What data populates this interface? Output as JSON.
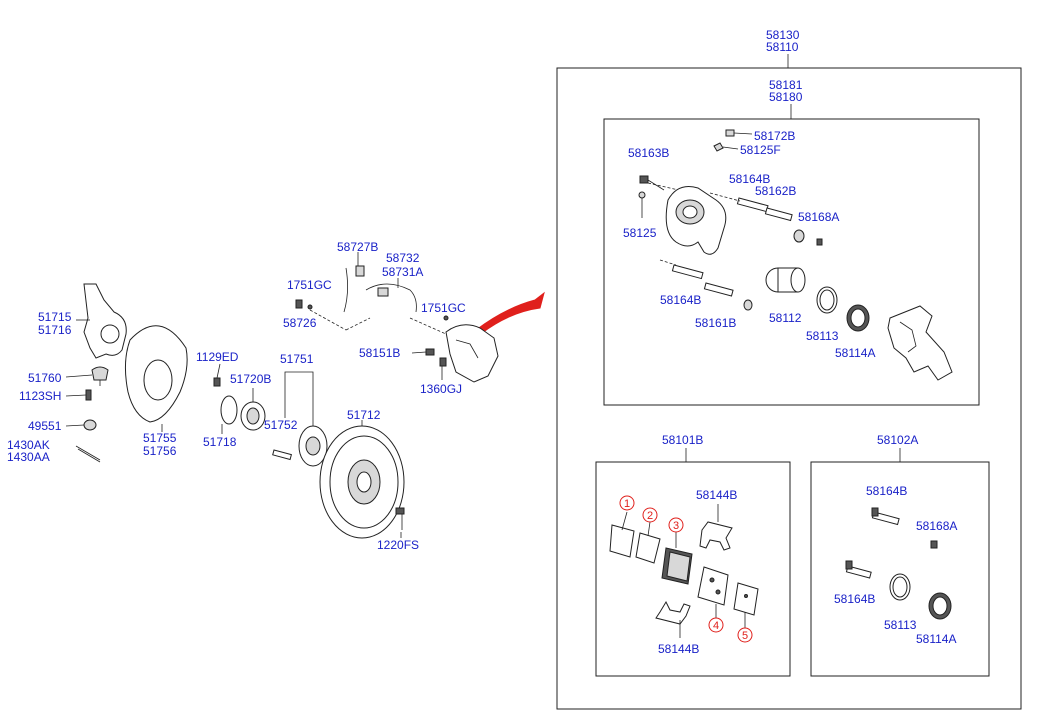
{
  "title_codes": [
    "58130",
    "58110"
  ],
  "caliper_assembly": {
    "codes": [
      "58181",
      "58180"
    ],
    "labels": {
      "l58172B": "58172B",
      "l58125F": "58125F",
      "l58163B": "58163B",
      "l58164B_top": "58164B",
      "l58162B": "58162B",
      "l58168A": "58168A",
      "l58125": "58125",
      "l58164B_mid": "58164B",
      "l58161B": "58161B",
      "l58112": "58112",
      "l58113": "58113",
      "l58114A": "58114A"
    }
  },
  "pad_kit": {
    "code": "58101B",
    "labels": {
      "l58144B_top": "58144B",
      "l58144B_bot": "58144B"
    },
    "refs": [
      "1",
      "2",
      "3",
      "4",
      "5"
    ]
  },
  "repair_kit": {
    "code": "58102A",
    "labels": {
      "l58164B_a": "58164B",
      "l58168A": "58168A",
      "l58164B_b": "58164B",
      "l58113": "58113",
      "l58114A": "58114A"
    }
  },
  "left_parts": {
    "l51715": "51715",
    "l51716": "51716",
    "l51760": "51760",
    "l1123SH": "1123SH",
    "l49551": "49551",
    "l1430AK": "1430AK",
    "l1430AA": "1430AA",
    "l51755": "51755",
    "l51756": "51756",
    "l1129ED": "1129ED",
    "l51720B": "51720B",
    "l51718": "51718",
    "l51751": "51751",
    "l51752": "51752",
    "l51712": "51712",
    "l1220FS": "1220FS",
    "l58727B": "58727B",
    "l58732": "58732",
    "l58731A": "58731A",
    "l1751GC_a": "1751GC",
    "l58726": "58726",
    "l1751GC_b": "1751GC",
    "l58151B": "58151B",
    "l1360GJ": "1360GJ"
  }
}
